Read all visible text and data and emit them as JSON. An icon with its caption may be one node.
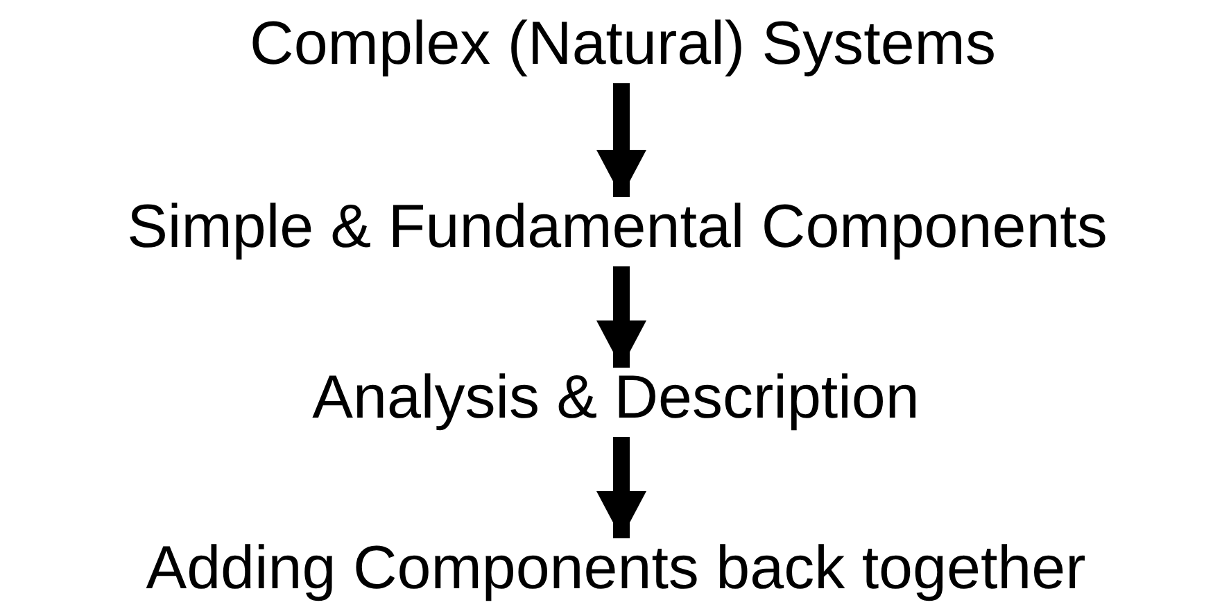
{
  "diagram": {
    "nodes": [
      {
        "text": [
          "Complex (Natural) Systems"
        ]
      },
      {
        "text": [
          "Simple & Fundamental Components"
        ]
      },
      {
        "text": [
          "Analysis & Description"
        ]
      },
      {
        "text": [
          "Adding Components back together"
        ]
      }
    ],
    "edges": [
      {
        "from": 0,
        "to": 1,
        "arrow": "to"
      },
      {
        "from": 1,
        "to": 2,
        "arrow": "to"
      },
      {
        "from": 2,
        "to": 3,
        "arrow": "to"
      }
    ]
  }
}
